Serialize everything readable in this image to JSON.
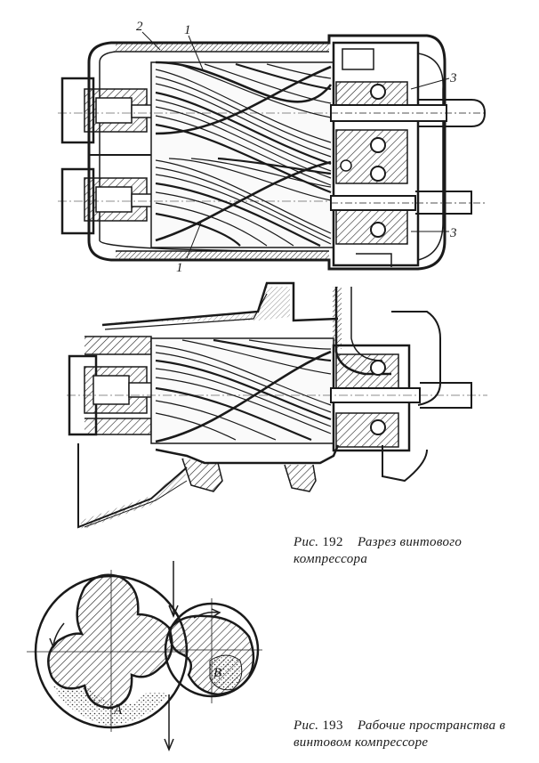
{
  "figure192": {
    "callouts": {
      "n2": "2",
      "n1_top": "1",
      "n1_bottom": "1",
      "n3_top": "3",
      "n3_bottom": "3"
    },
    "caption": {
      "label": "Рис.",
      "number": "192",
      "title": "Разрез винтового компрессора"
    }
  },
  "figure193": {
    "space_labels": {
      "a": "A",
      "b": "B"
    },
    "caption": {
      "label": "Рис.",
      "number": "193",
      "title": "Рабочие пространства в винтовом компрессоре"
    }
  }
}
